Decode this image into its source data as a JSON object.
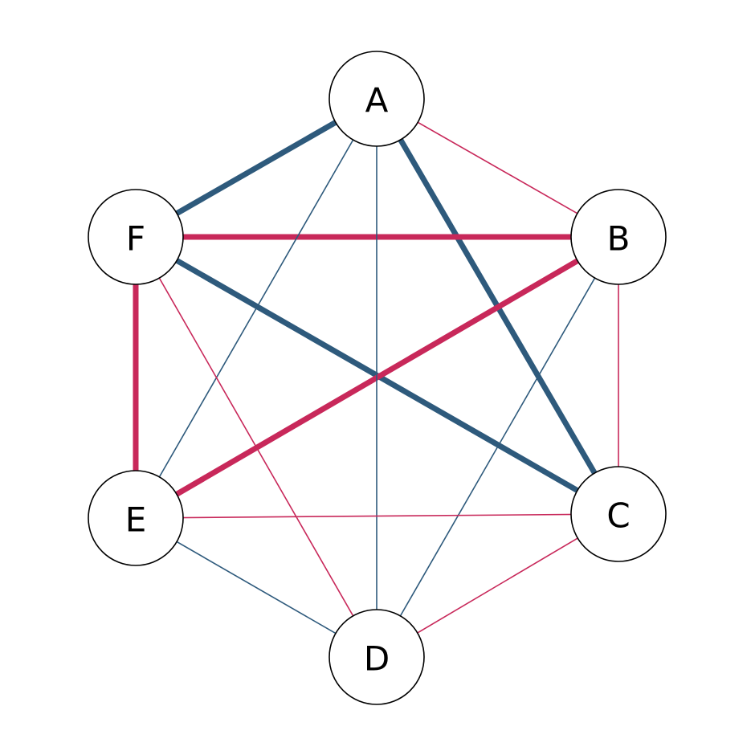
{
  "colors": {
    "blue": "#2e5a7c",
    "red": "#c8285a",
    "node_fill": "#ffffff",
    "node_stroke": "#000000"
  },
  "nodes": [
    {
      "id": "A",
      "label": "A"
    },
    {
      "id": "B",
      "label": "B"
    },
    {
      "id": "C",
      "label": "C"
    },
    {
      "id": "D",
      "label": "D"
    },
    {
      "id": "E",
      "label": "E"
    },
    {
      "id": "F",
      "label": "F"
    }
  ],
  "edges": [
    {
      "from": "A",
      "to": "F",
      "color": "blue",
      "bold": true
    },
    {
      "from": "A",
      "to": "C",
      "color": "blue",
      "bold": true
    },
    {
      "from": "F",
      "to": "C",
      "color": "blue",
      "bold": true
    },
    {
      "from": "F",
      "to": "B",
      "color": "red",
      "bold": true
    },
    {
      "from": "B",
      "to": "E",
      "color": "red",
      "bold": true
    },
    {
      "from": "F",
      "to": "E",
      "color": "red",
      "bold": true
    },
    {
      "from": "A",
      "to": "B",
      "color": "red",
      "bold": false
    },
    {
      "from": "A",
      "to": "E",
      "color": "blue",
      "bold": false
    },
    {
      "from": "A",
      "to": "D",
      "color": "blue",
      "bold": false
    },
    {
      "from": "B",
      "to": "C",
      "color": "red",
      "bold": false
    },
    {
      "from": "B",
      "to": "D",
      "color": "blue",
      "bold": false
    },
    {
      "from": "C",
      "to": "E",
      "color": "red",
      "bold": false
    },
    {
      "from": "C",
      "to": "D",
      "color": "red",
      "bold": false
    },
    {
      "from": "E",
      "to": "D",
      "color": "blue",
      "bold": false
    },
    {
      "from": "F",
      "to": "D",
      "color": "red",
      "bold": false
    }
  ]
}
